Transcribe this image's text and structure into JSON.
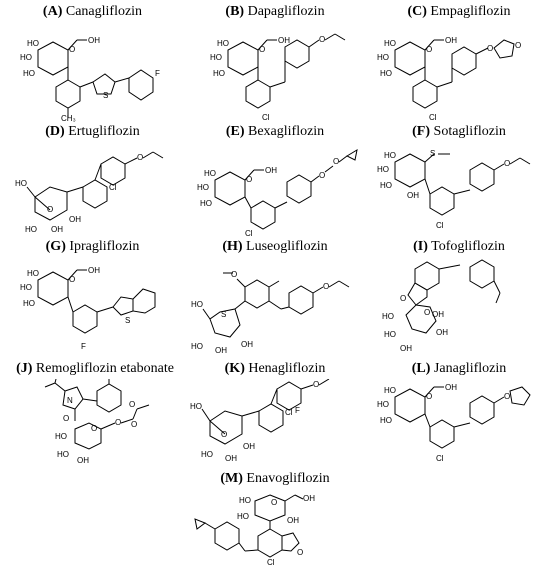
{
  "panels": [
    {
      "letter": "(A)",
      "name": "Canagliflozin"
    },
    {
      "letter": "(B)",
      "name": "Dapagliflozin"
    },
    {
      "letter": "(C)",
      "name": "Empagliflozin"
    },
    {
      "letter": "(D)",
      "name": "Ertugliflozin"
    },
    {
      "letter": "(E)",
      "name": "Bexagliflozin"
    },
    {
      "letter": "(F)",
      "name": "Sotagliflozin"
    },
    {
      "letter": "(G)",
      "name": "Ipragliflozin"
    },
    {
      "letter": "(H)",
      "name": "Luseogliflozin"
    },
    {
      "letter": "(I)",
      "name": "Tofogliflozin"
    },
    {
      "letter": "(J)",
      "name": "Remogliflozin etabonate"
    },
    {
      "letter": "(K)",
      "name": "Henagliflozin"
    },
    {
      "letter": "(L)",
      "name": "Janagliflozin"
    },
    {
      "letter": "(M)",
      "name": "Enavogliflozin"
    }
  ],
  "atom_labels": {
    "oh": "OH",
    "ho": "HO",
    "o": "O",
    "f": "F",
    "cl": "Cl",
    "s": "S",
    "ch3": "CH3",
    "n": "N"
  }
}
